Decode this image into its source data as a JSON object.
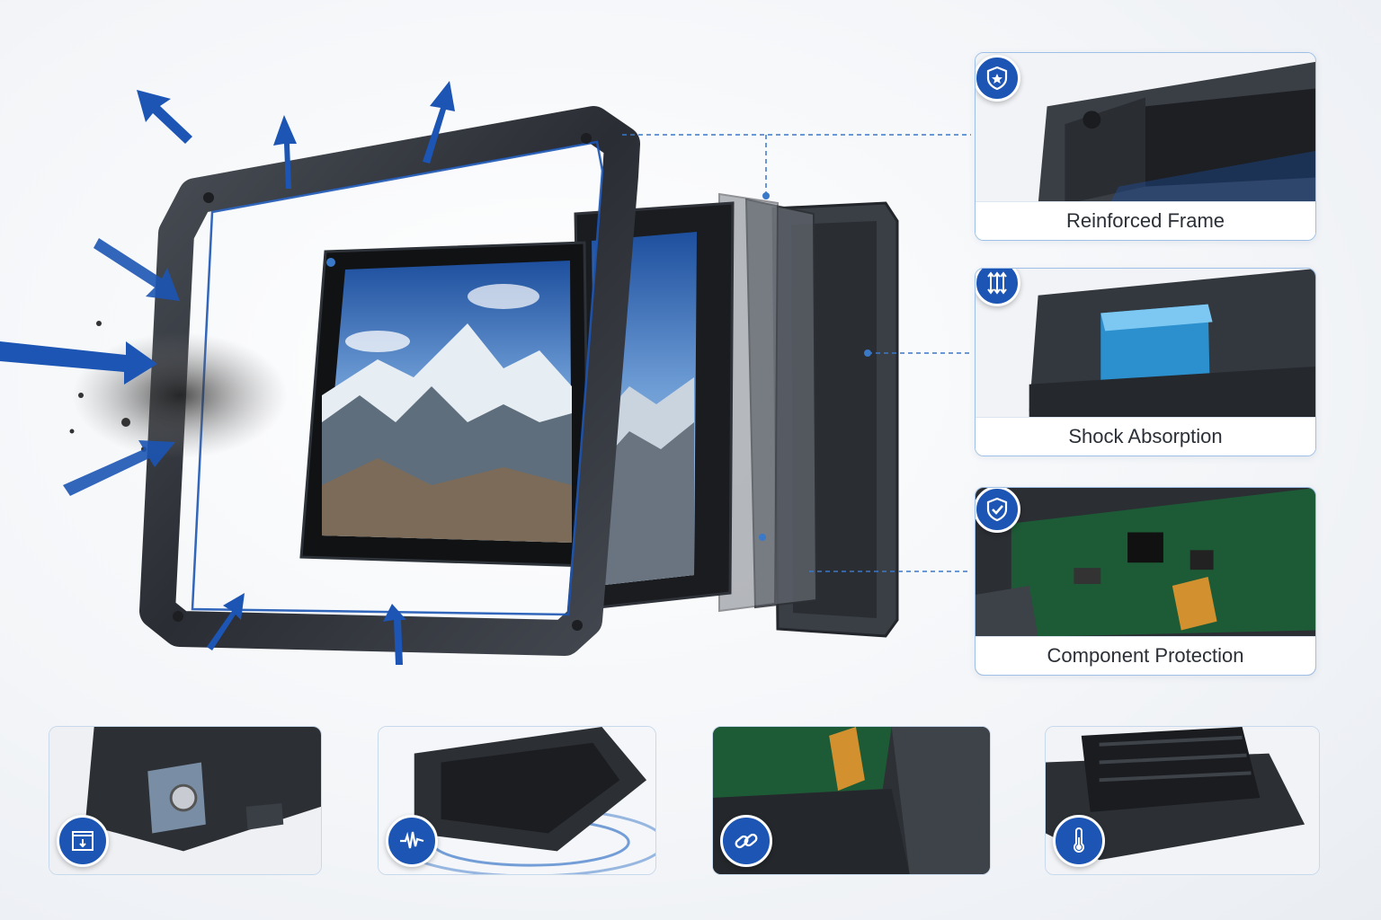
{
  "features": [
    {
      "label": "Reinforced Frame",
      "icon": "shield-star-icon"
    },
    {
      "label": "Shock Absorption",
      "icon": "shock-arrows-icon"
    },
    {
      "label": "Component Protection",
      "icon": "shield-check-icon"
    }
  ],
  "bottom_icons": [
    "drop-test-icon",
    "vibration-wave-icon",
    "chain-link-icon",
    "thermometer-icon"
  ],
  "colors": {
    "accent": "#1c55b4",
    "border": "#9ec0e6",
    "frame": "#2e3238"
  }
}
